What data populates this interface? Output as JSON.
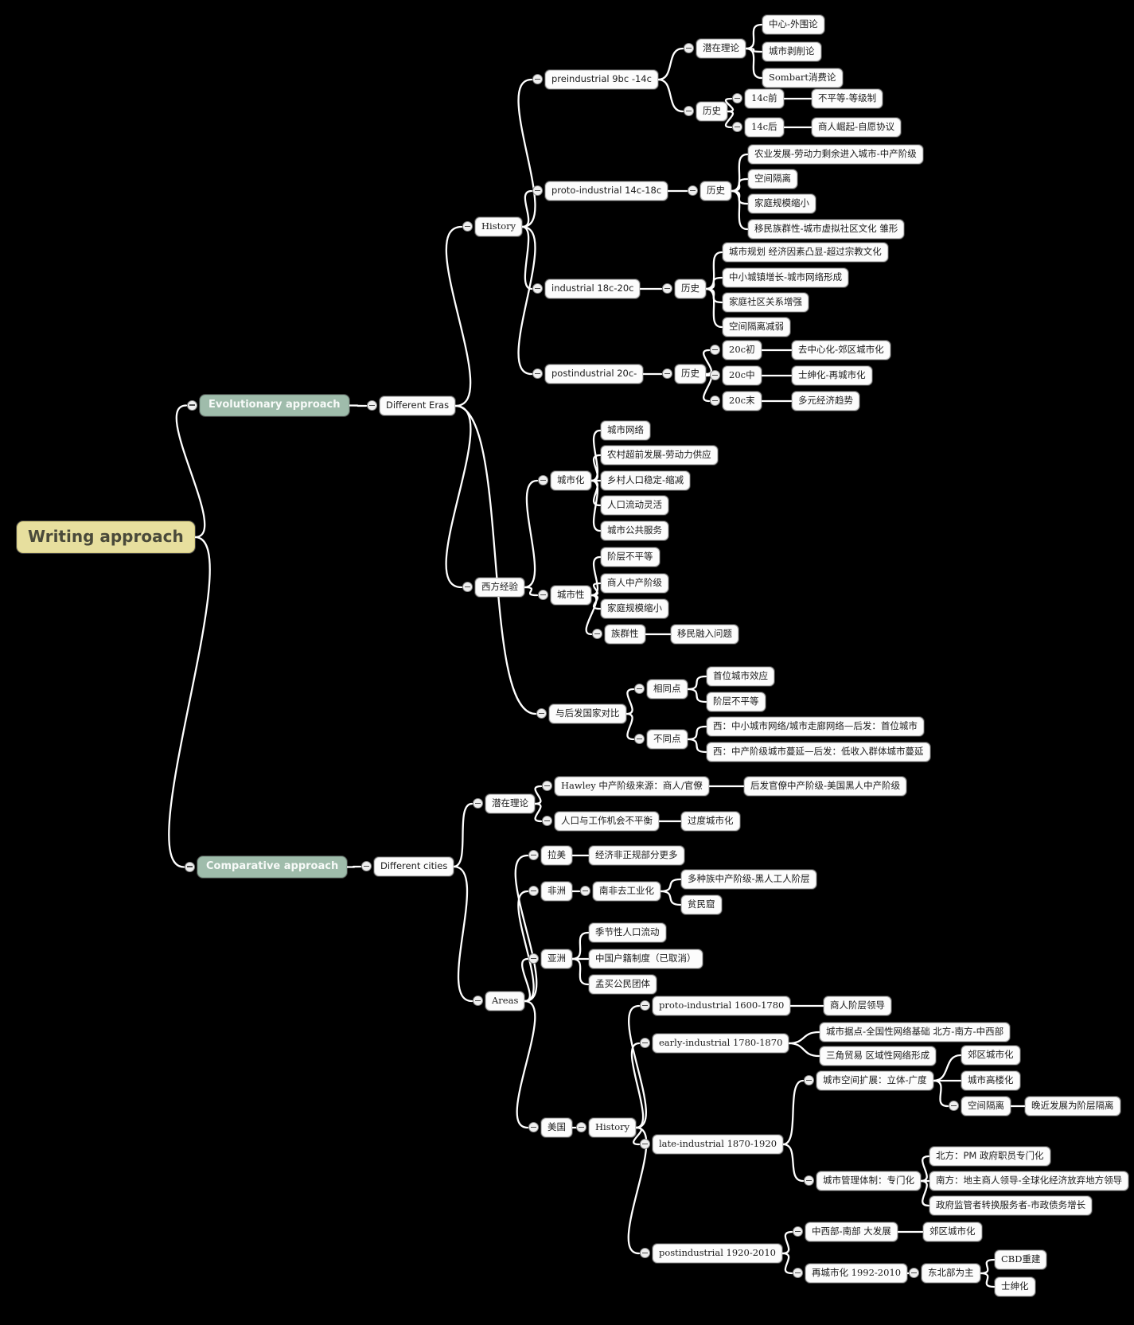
{
  "canvas": {
    "background": "#000000"
  },
  "colors": {
    "edge": "#ffffff",
    "node_fill": "#fcfcfc",
    "node_border": "#c4c4c4",
    "root_fill": "#e7df9e",
    "branch_fill": "#9fbcab"
  },
  "icons": {
    "collapse_toggle": "minus-circle-icon"
  },
  "nodes": {
    "root": {
      "label": "Writing approach"
    },
    "evolutionary": {
      "label": "Evolutionary approach",
      "parent": "root"
    },
    "comparative": {
      "label": "Comparative approach",
      "parent": "root"
    },
    "different_eras": {
      "label": "Different Eras",
      "parent": "evolutionary"
    },
    "different_cities": {
      "label": "Different cities",
      "parent": "comparative"
    },
    "history_eras": {
      "label": "History",
      "parent": "different_eras"
    },
    "preindustrial": {
      "label": "preindustrial 9bc -14c",
      "parent": "history_eras"
    },
    "pre_theory": {
      "label": "潜在理论",
      "parent": "preindustrial"
    },
    "center_periphery": {
      "label": "中心-外围论",
      "parent": "pre_theory"
    },
    "urban_exploit": {
      "label": "城市剥削论",
      "parent": "pre_theory"
    },
    "sombart": {
      "label": "Sombart消费论",
      "parent": "pre_theory"
    },
    "pre_history": {
      "label": "历史",
      "parent": "preindustrial"
    },
    "c14_before": {
      "label": "14c前",
      "parent": "pre_history"
    },
    "ineq_hier": {
      "label": "不平等-等级制",
      "parent": "c14_before"
    },
    "c14_after": {
      "label": "14c后",
      "parent": "pre_history"
    },
    "merchant_rise": {
      "label": "商人崛起-自愿协议",
      "parent": "c14_after"
    },
    "protoindustrial": {
      "label": "proto-industrial 14c-18c",
      "parent": "history_eras"
    },
    "proto_history": {
      "label": "历史",
      "parent": "protoindustrial"
    },
    "agri_dev": {
      "label": "农业发展-劳动力剩余进入城市-中产阶级",
      "parent": "proto_history"
    },
    "spatial_seg1": {
      "label": "空间隔离",
      "parent": "proto_history"
    },
    "family_shrink1": {
      "label": "家庭规模缩小",
      "parent": "proto_history"
    },
    "migrant_ethnic": {
      "label": "移民族群性-城市虚拟社区文化 雏形",
      "parent": "proto_history"
    },
    "industrial": {
      "label": "industrial 18c-20c",
      "parent": "history_eras"
    },
    "ind_history": {
      "label": "历史",
      "parent": "industrial"
    },
    "urban_planning": {
      "label": "城市规划 经济因素凸显-超过宗教文化",
      "parent": "ind_history"
    },
    "town_growth": {
      "label": "中小城镇增长-城市网络形成",
      "parent": "ind_history"
    },
    "family_community": {
      "label": "家庭社区关系增强",
      "parent": "ind_history"
    },
    "seg_weaken": {
      "label": "空间隔离减弱",
      "parent": "ind_history"
    },
    "postindustrial": {
      "label": "postindustrial 20c-",
      "parent": "history_eras"
    },
    "post_history": {
      "label": "历史",
      "parent": "postindustrial"
    },
    "c20_early": {
      "label": "20c初",
      "parent": "post_history"
    },
    "decentralize": {
      "label": "去中心化-郊区城市化",
      "parent": "c20_early"
    },
    "c20_mid": {
      "label": "20c中",
      "parent": "post_history"
    },
    "gentrification_re": {
      "label": "士绅化-再城市化",
      "parent": "c20_mid"
    },
    "c20_late": {
      "label": "20c末",
      "parent": "post_history"
    },
    "diverse_econ": {
      "label": "多元经济趋势",
      "parent": "c20_late"
    },
    "western_exp": {
      "label": "西方经验",
      "parent": "different_eras"
    },
    "urbanization": {
      "label": "城市化",
      "parent": "western_exp"
    },
    "urban_network": {
      "label": "城市网络",
      "parent": "urbanization"
    },
    "rural_advance": {
      "label": "农村超前发展-劳动力供应",
      "parent": "urbanization"
    },
    "rural_pop": {
      "label": "乡村人口稳定-缩减",
      "parent": "urbanization"
    },
    "pop_mobility": {
      "label": "人口流动灵活",
      "parent": "urbanization"
    },
    "urban_public": {
      "label": "城市公共服务",
      "parent": "urbanization"
    },
    "urbanism": {
      "label": "城市性",
      "parent": "western_exp"
    },
    "class_ineq1": {
      "label": "阶层不平等",
      "parent": "urbanism"
    },
    "merchant_middle": {
      "label": "商人中产阶级",
      "parent": "urbanism"
    },
    "family_shrink2": {
      "label": "家庭规模缩小",
      "parent": "urbanism"
    },
    "ethnicity": {
      "label": "族群性",
      "parent": "urbanism"
    },
    "migrant_integration": {
      "label": "移民融入问题",
      "parent": "ethnicity"
    },
    "late_dev_compare": {
      "label": "与后发国家对比",
      "parent": "different_eras"
    },
    "similarities": {
      "label": "相同点",
      "parent": "late_dev_compare"
    },
    "primate_city": {
      "label": "首位城市效应",
      "parent": "similarities"
    },
    "class_ineq2": {
      "label": "阶层不平等",
      "parent": "similarities"
    },
    "differences": {
      "label": "不同点",
      "parent": "late_dev_compare"
    },
    "diff_network": {
      "label": "西：中小城市网络/城市走廊网络—后发：首位城市",
      "parent": "differences"
    },
    "diff_sprawl": {
      "label": "西：中产阶级城市蔓延—后发：低收入群体城市蔓延",
      "parent": "differences"
    },
    "comp_theory": {
      "label": "潜在理论",
      "parent": "different_cities"
    },
    "hawley": {
      "label": "Hawley 中产阶级来源：商人/官僚",
      "parent": "comp_theory"
    },
    "late_bureau": {
      "label": "后发官僚中产阶级-美国黑人中产阶级",
      "parent": "hawley"
    },
    "pop_job_imbalance": {
      "label": "人口与工作机会不平衡",
      "parent": "comp_theory"
    },
    "over_urbanization": {
      "label": "过度城市化",
      "parent": "pop_job_imbalance"
    },
    "areas": {
      "label": "Areas",
      "parent": "different_cities"
    },
    "latam": {
      "label": "拉美",
      "parent": "areas"
    },
    "informal_econ": {
      "label": "经济非正规部分更多",
      "parent": "latam"
    },
    "africa": {
      "label": "非洲",
      "parent": "areas"
    },
    "sa_deindust": {
      "label": "南非去工业化",
      "parent": "africa"
    },
    "multiracial": {
      "label": "多种族中产阶级-黑人工人阶层",
      "parent": "sa_deindust"
    },
    "slums": {
      "label": "贫民窟",
      "parent": "sa_deindust"
    },
    "asia": {
      "label": "亚洲",
      "parent": "areas"
    },
    "seasonal": {
      "label": "季节性人口流动",
      "parent": "asia"
    },
    "hukou": {
      "label": "中国户籍制度（已取消）",
      "parent": "asia"
    },
    "mumbai": {
      "label": "孟买公民团体",
      "parent": "asia"
    },
    "usa": {
      "label": "美国",
      "parent": "areas"
    },
    "history_us": {
      "label": "History",
      "parent": "usa"
    },
    "us_proto": {
      "label": "proto-industrial 1600-1780",
      "parent": "history_us"
    },
    "merchant_lead": {
      "label": "商人阶层领导",
      "parent": "us_proto"
    },
    "us_early": {
      "label": "early-industrial 1780-1870",
      "parent": "history_us"
    },
    "urban_bases": {
      "label": "城市据点-全国性网络基础 北方-南方-中西部",
      "parent": "us_early"
    },
    "triangle_trade": {
      "label": "三角贸易 区域性网络形成",
      "parent": "us_early"
    },
    "us_late": {
      "label": "late-industrial 1870-1920",
      "parent": "history_us"
    },
    "spatial_expand": {
      "label": "城市空间扩展：立体-广度",
      "parent": "us_late"
    },
    "suburb1": {
      "label": "郊区城市化",
      "parent": "spatial_expand"
    },
    "highrise": {
      "label": "城市高楼化",
      "parent": "spatial_expand"
    },
    "spatial_seg2": {
      "label": "空间隔离",
      "parent": "spatial_expand"
    },
    "late_class_seg": {
      "label": "晚近发展为阶层隔离",
      "parent": "spatial_seg2"
    },
    "urban_admin": {
      "label": "城市管理体制：专门化",
      "parent": "us_late"
    },
    "north_pm": {
      "label": "北方：PM 政府职员专门化",
      "parent": "urban_admin"
    },
    "south_landlord": {
      "label": "南方：地主商人领导-全球化经济放弃地方领导",
      "parent": "urban_admin"
    },
    "gov_regulator": {
      "label": "政府监管者转换服务者-市政债务增长",
      "parent": "urban_admin"
    },
    "us_post": {
      "label": "postindustrial 1920-2010",
      "parent": "history_us"
    },
    "midwest_south": {
      "label": "中西部-南部 大发展",
      "parent": "us_post"
    },
    "suburb2": {
      "label": "郊区城市化",
      "parent": "midwest_south"
    },
    "reurbanization": {
      "label": "再城市化 1992-2010",
      "parent": "us_post"
    },
    "northeast": {
      "label": "东北部为主",
      "parent": "reurbanization"
    },
    "cbd_rebuild": {
      "label": "CBD重建",
      "parent": "northeast"
    },
    "gentrification2": {
      "label": "士绅化",
      "parent": "northeast"
    }
  }
}
